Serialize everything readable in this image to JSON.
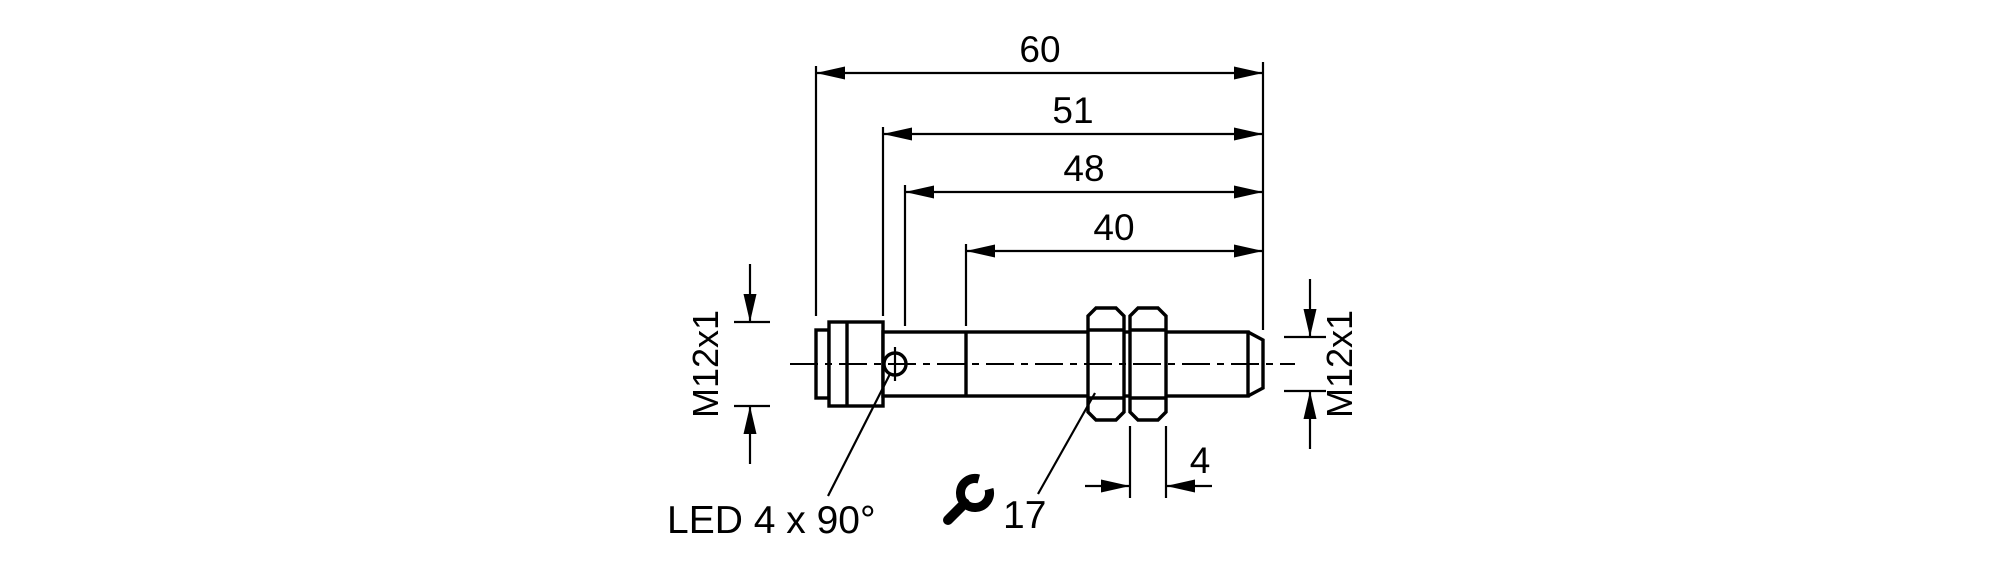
{
  "drawing": {
    "background": "#ffffff",
    "line_color": "#000000",
    "dimensions": {
      "overall_length": "60",
      "body_length_51": "51",
      "body_length_48": "48",
      "thread_length": "40",
      "nut_thickness": "4"
    },
    "threads": {
      "left": "M12x1",
      "right": "M12x1"
    },
    "callouts": {
      "led": "LED 4 x 90°",
      "wrench_size": "17"
    }
  }
}
